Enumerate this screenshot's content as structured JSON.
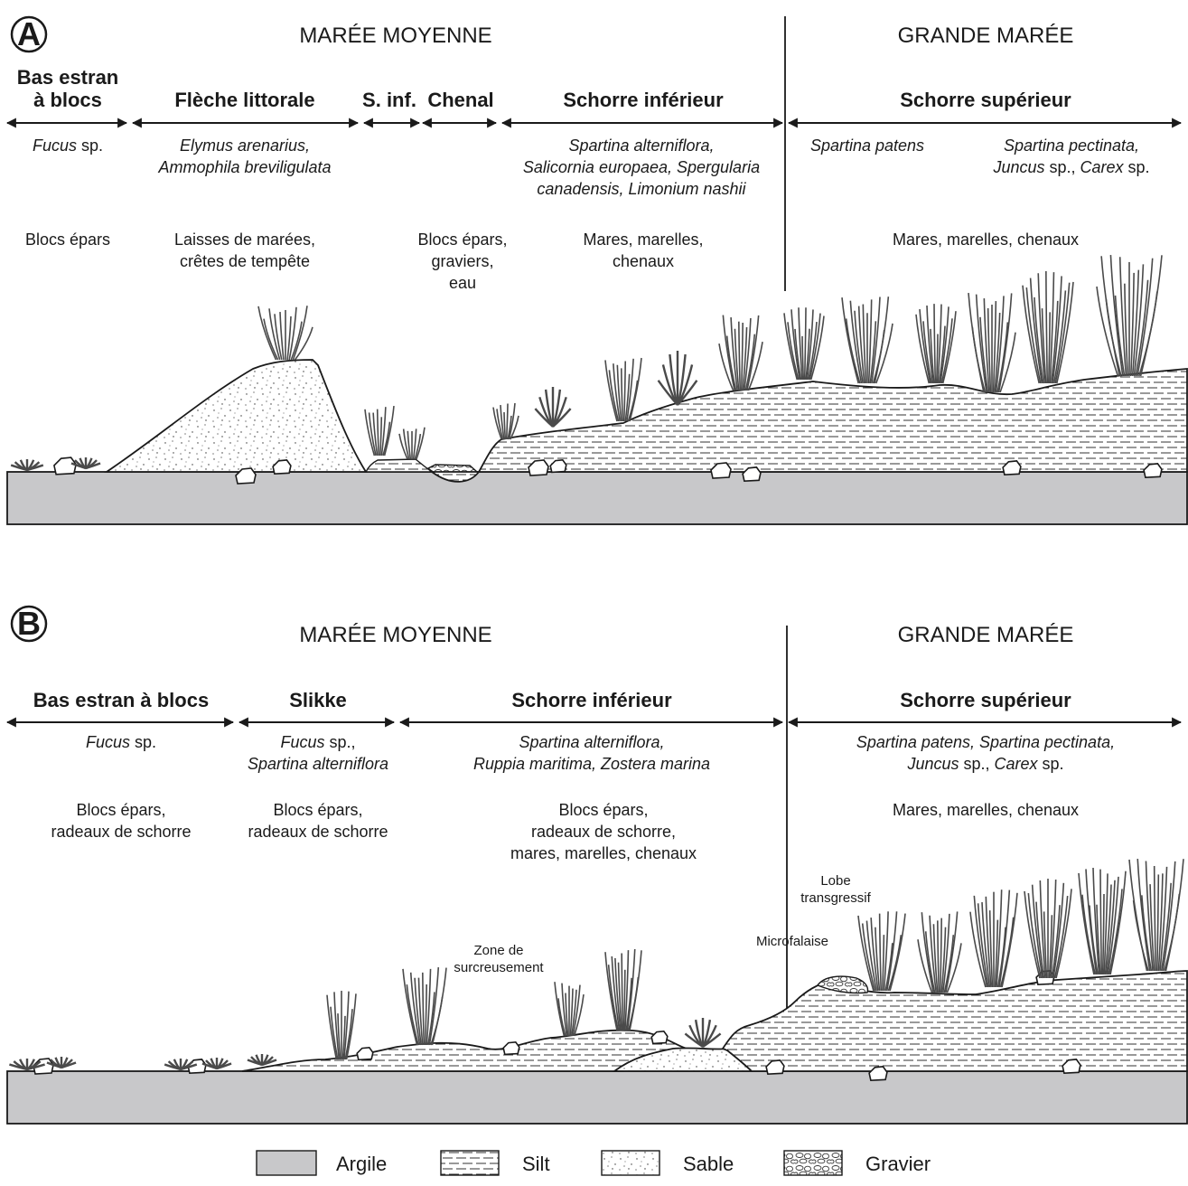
{
  "panels": [
    {
      "label": "A",
      "tide_left": "MARÉE MOYENNE",
      "tide_right": "GRANDE MARÉE",
      "zones": [
        {
          "name": [
            "Bas estran",
            "à blocs"
          ],
          "species": [
            [
              {
                "t": "Fucus",
                "i": true
              },
              {
                "t": " sp.",
                "i": false
              }
            ]
          ],
          "features": [
            "Blocs épars"
          ]
        },
        {
          "name": [
            "Flèche littorale"
          ],
          "species": [
            [
              {
                "t": "Elymus arenarius,",
                "i": true
              }
            ],
            [
              {
                "t": "Ammophila breviligulata",
                "i": true
              }
            ]
          ],
          "features": [
            "Laisses de marées,",
            "crêtes de tempête"
          ]
        },
        {
          "name": [
            "S. inf."
          ],
          "species": [],
          "features": []
        },
        {
          "name": [
            "Chenal"
          ],
          "species": [],
          "features": [
            "Blocs épars,",
            "graviers,",
            "eau"
          ]
        },
        {
          "name": [
            "Schorre inférieur"
          ],
          "species": [
            [
              {
                "t": "Spartina alterniflora,",
                "i": true
              }
            ],
            [
              {
                "t": "Salicornia europaea, Spergularia",
                "i": true
              }
            ],
            [
              {
                "t": "canadensis, Limonium nashii",
                "i": true
              }
            ]
          ],
          "features": [
            "Mares, marelles,",
            "chenaux"
          ]
        },
        {
          "name": [
            "Schorre supérieur"
          ],
          "species": [
            [
              {
                "t": "Spartina patens",
                "i": true
              }
            ],
            [
              {
                "t": "Spartina pectinata,",
                "i": true
              }
            ],
            [
              {
                "t": "Juncus",
                "i": true
              },
              {
                "t": " sp., ",
                "i": false
              },
              {
                "t": "Carex",
                "i": true
              },
              {
                "t": " sp.",
                "i": false
              }
            ]
          ],
          "features": [
            "Mares, marelles, chenaux"
          ]
        }
      ]
    },
    {
      "label": "B",
      "tide_left": "MARÉE MOYENNE",
      "tide_right": "GRANDE MARÉE",
      "zones": [
        {
          "name": [
            "Bas estran à blocs"
          ],
          "species": [
            [
              {
                "t": "Fucus",
                "i": true
              },
              {
                "t": " sp.",
                "i": false
              }
            ]
          ],
          "features": [
            "Blocs épars,",
            "radeaux de schorre"
          ]
        },
        {
          "name": [
            "Slikke"
          ],
          "species": [
            [
              {
                "t": "Fucus",
                "i": true
              },
              {
                "t": " sp.,",
                "i": false
              }
            ],
            [
              {
                "t": "Spartina alterniflora",
                "i": true
              }
            ]
          ],
          "features": [
            "Blocs épars,",
            "radeaux de schorre"
          ]
        },
        {
          "name": [
            "Schorre inférieur"
          ],
          "species": [
            [
              {
                "t": "Spartina alterniflora,",
                "i": true
              }
            ],
            [
              {
                "t": "Ruppia maritima, Zostera marina",
                "i": true
              }
            ]
          ],
          "features": [
            "Blocs épars,",
            "radeaux de schorre,",
            "mares, marelles, chenaux"
          ]
        },
        {
          "name": [
            "Schorre supérieur"
          ],
          "species": [
            [
              {
                "t": "Spartina patens, Spartina pectinata,",
                "i": true
              }
            ],
            [
              {
                "t": "Juncus",
                "i": true
              },
              {
                "t": " sp., ",
                "i": false
              },
              {
                "t": "Carex",
                "i": true
              },
              {
                "t": " sp.",
                "i": false
              }
            ]
          ],
          "features": [
            "Mares, marelles, chenaux"
          ]
        }
      ],
      "annotations": {
        "lobe": [
          "Lobe",
          "transgressif"
        ],
        "microfalaise": [
          "Microfalaise"
        ],
        "surcreusement": [
          "Zone de",
          "surcreusement"
        ]
      }
    }
  ],
  "legend": [
    {
      "label": "Argile",
      "pattern": "clay-fill"
    },
    {
      "label": "Silt",
      "pattern": "silt-fill"
    },
    {
      "label": "Sable",
      "pattern": "sand-fill"
    },
    {
      "label": "Gravier",
      "pattern": "gravel-fill"
    }
  ],
  "colors": {
    "clay": "#c8c8ca",
    "line": "#1a1a1a",
    "plant": "#4a4a4a"
  }
}
